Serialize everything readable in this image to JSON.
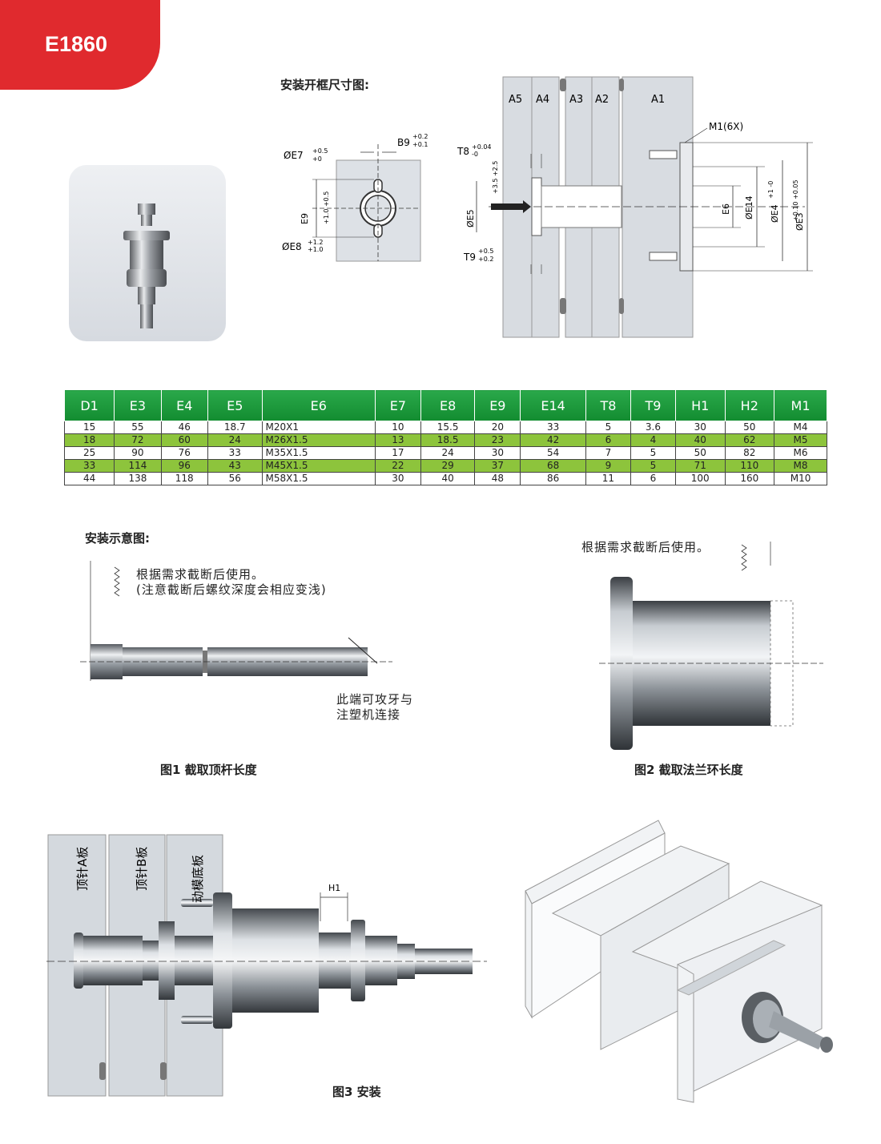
{
  "product_code": "E1860",
  "frame_dim_caption": "安装开框尺寸图:",
  "frame_labels": {
    "e7": "ØE7",
    "e7_tol_upper": "+0.5",
    "e7_tol_lower": "+0",
    "b9": "B9",
    "b9_tol_upper": "+0.2",
    "b9_tol_lower": "+0.1",
    "e9": "E9",
    "e9_tol": "+1.0 +0.5",
    "e8": "ØE8",
    "e8_tol_upper": "+1.2",
    "e8_tol_lower": "+1.0"
  },
  "plate_labels": {
    "a5": "A5",
    "a4": "A4",
    "a3": "A3",
    "a2": "A2",
    "a1": "A1",
    "m1": "M1(6X)",
    "t8": "T8",
    "t8_tol_upper": "+0.04",
    "t8_tol_lower": "-0",
    "e5": "ØE5",
    "e5_tol": "+3.5 +2.5",
    "t9": "T9",
    "t9_tol_upper": "+0.5",
    "t9_tol_lower": "+0.2",
    "e6": "E6",
    "e14": "ØE14",
    "e4": "ØE4",
    "e4_tol": "+1 -0",
    "e3": "ØE3",
    "e3_tol": "+0.10 +0.05"
  },
  "table": {
    "headers": [
      "D1",
      "E3",
      "E4",
      "E5",
      "E6",
      "E7",
      "E8",
      "E9",
      "E14",
      "T8",
      "T9",
      "H1",
      "H2",
      "M1"
    ],
    "rows": [
      [
        "15",
        "55",
        "46",
        "18.7",
        "M20X1",
        "10",
        "15.5",
        "20",
        "33",
        "5",
        "3.6",
        "30",
        "50",
        "M4"
      ],
      [
        "18",
        "72",
        "60",
        "24",
        "M26X1.5",
        "13",
        "18.5",
        "23",
        "42",
        "6",
        "4",
        "40",
        "62",
        "M5"
      ],
      [
        "25",
        "90",
        "76",
        "33",
        "M35X1.5",
        "17",
        "24",
        "30",
        "54",
        "7",
        "5",
        "50",
        "82",
        "M6"
      ],
      [
        "33",
        "114",
        "96",
        "43",
        "M45X1.5",
        "22",
        "29",
        "37",
        "68",
        "9",
        "5",
        "71",
        "110",
        "M8"
      ],
      [
        "44",
        "138",
        "118",
        "56",
        "M58X1.5",
        "30",
        "40",
        "48",
        "86",
        "11",
        "6",
        "100",
        "160",
        "M10"
      ]
    ]
  },
  "install_caption": "安装示意图:",
  "fig1": {
    "note_line1": "根据需求截断后使用。",
    "note_line2": "(注意截断后螺纹深度会相应变浅)",
    "tap_note_line1": "此端可攻牙与",
    "tap_note_line2": "注塑机连接",
    "caption": "图1 截取顶杆长度"
  },
  "fig2": {
    "note": "根据需求截断后使用。",
    "caption": "图2 截取法兰环长度"
  },
  "fig3": {
    "plate_a": "顶针A板",
    "plate_b": "顶针B板",
    "plate_c": "动模底板",
    "h1": "H1",
    "caption": "图3 安装"
  },
  "colors": {
    "badge": "#e02a2e",
    "table_header": "#1a9a3a",
    "table_alt_row": "#8dc43c"
  }
}
